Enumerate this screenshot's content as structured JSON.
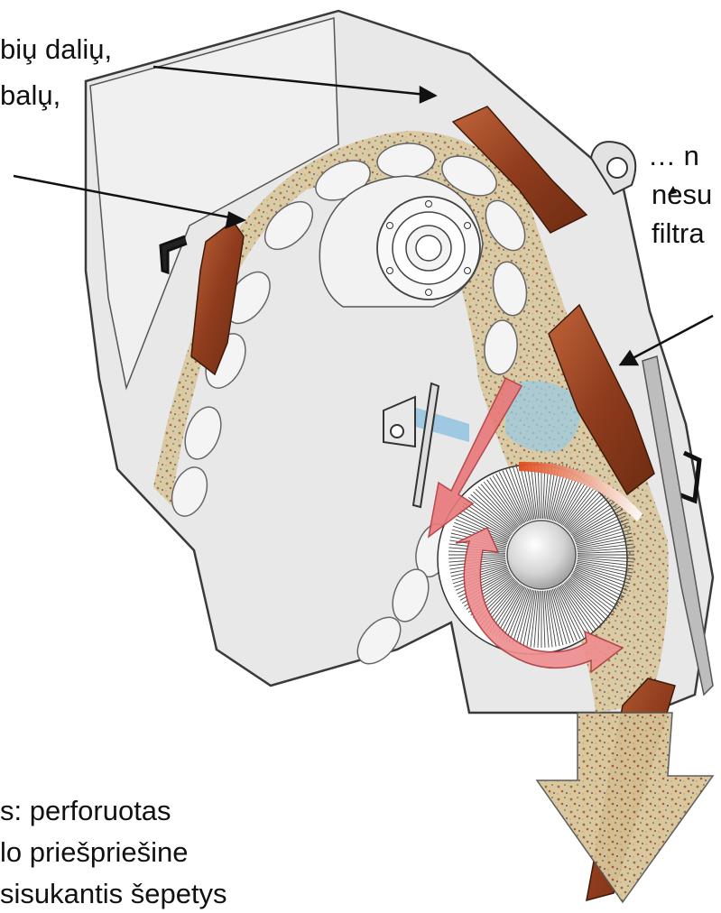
{
  "captions": {
    "top_left_line1": "biu̧ daliu̧,",
    "top_left_line2": "balu̧,",
    "top_right_line1": "… n",
    "top_right_line2": "nesu",
    "top_right_line3": "filtra",
    "bottom_left_line1": "s: perforuotas",
    "bottom_left_line2": "lo priešpriešine",
    "bottom_left_line3": "sisukantis šepetys"
  },
  "colors": {
    "housing_fill": "#e6e6e6",
    "housing_stroke": "#3c3c3c",
    "wood": "#8b3a1c",
    "wood_light": "#b5562c",
    "arrow_red": "#e8787a",
    "flow_color": "#d8c8a2",
    "filter_blue": "#9cc9e0"
  },
  "icons": {
    "brush_roller": "radial-brush-icon",
    "flow_arrow": "down-arrow-icon",
    "rotation_arrow": "curved-arrow-icon"
  }
}
